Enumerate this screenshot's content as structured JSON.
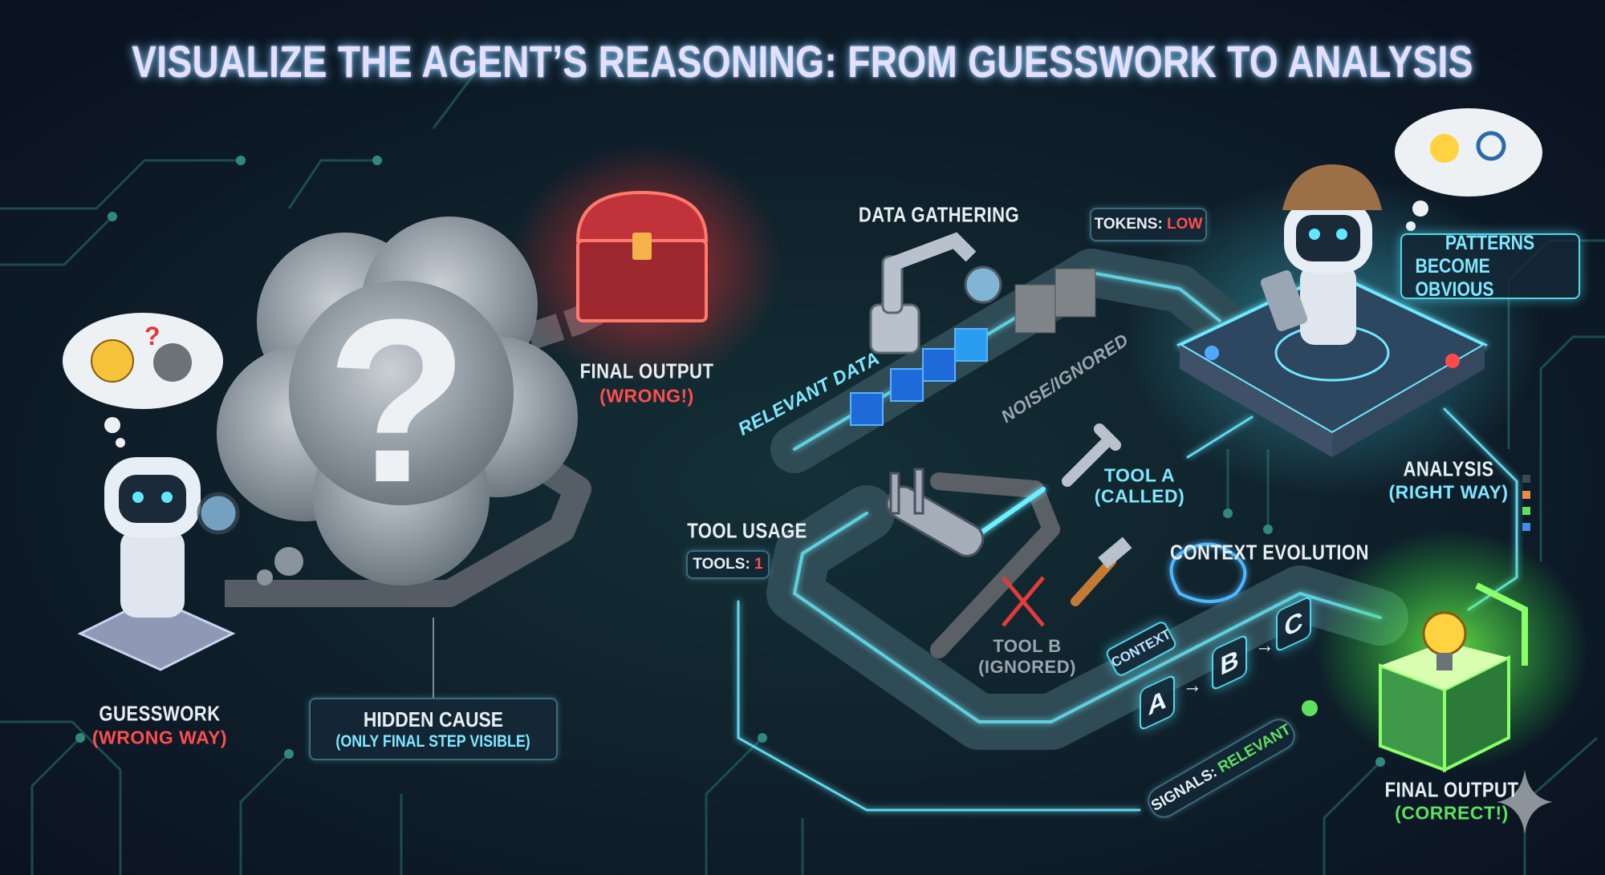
{
  "title": "VISUALIZE THE AGENT’S REASONING: FROM GUESSWORK TO ANALYSIS",
  "left": {
    "final_output": {
      "label": "FINAL OUTPUT",
      "status": "(WRONG!)"
    },
    "guesswork": {
      "label": "GUESSWORK",
      "status": "(WRONG WAY)"
    },
    "hidden_cause": {
      "label": "HIDDEN CAUSE",
      "note": "(ONLY FINAL STEP VISIBLE)"
    },
    "cloud_symbol": "?"
  },
  "right": {
    "data_gathering": "DATA GATHERING",
    "tokens": {
      "label": "TOKENS:",
      "value": "LOW"
    },
    "patterns": {
      "line1": "PATTERNS",
      "line2": "BECOME OBVIOUS"
    },
    "relevant_data": "RELEVANT DATA",
    "noise": "NOISE/IGNORED",
    "tool_a": {
      "label": "TOOL A",
      "status": "(CALLED)"
    },
    "analysis": {
      "label": "ANALYSIS",
      "status": "(RIGHT WAY)"
    },
    "tool_usage": {
      "label": "TOOL USAGE",
      "counter_label": "TOOLS:",
      "counter_value": "1"
    },
    "context_evolution": "CONTEXT EVOLUTION",
    "tool_b": {
      "label": "TOOL B",
      "status": "(IGNORED)"
    },
    "context": {
      "label": "CONTEXT",
      "steps": [
        "A",
        "B",
        "C"
      ]
    },
    "signals": {
      "label": "SIGNALS:",
      "value": "RELEVANT"
    },
    "final_output": {
      "label": "FINAL OUTPUT",
      "status": "(CORRECT!)"
    }
  },
  "colors": {
    "background": "#0c1424",
    "accent": "#52d6e8",
    "wrong": "#ff4d4d",
    "correct": "#5fe060"
  }
}
